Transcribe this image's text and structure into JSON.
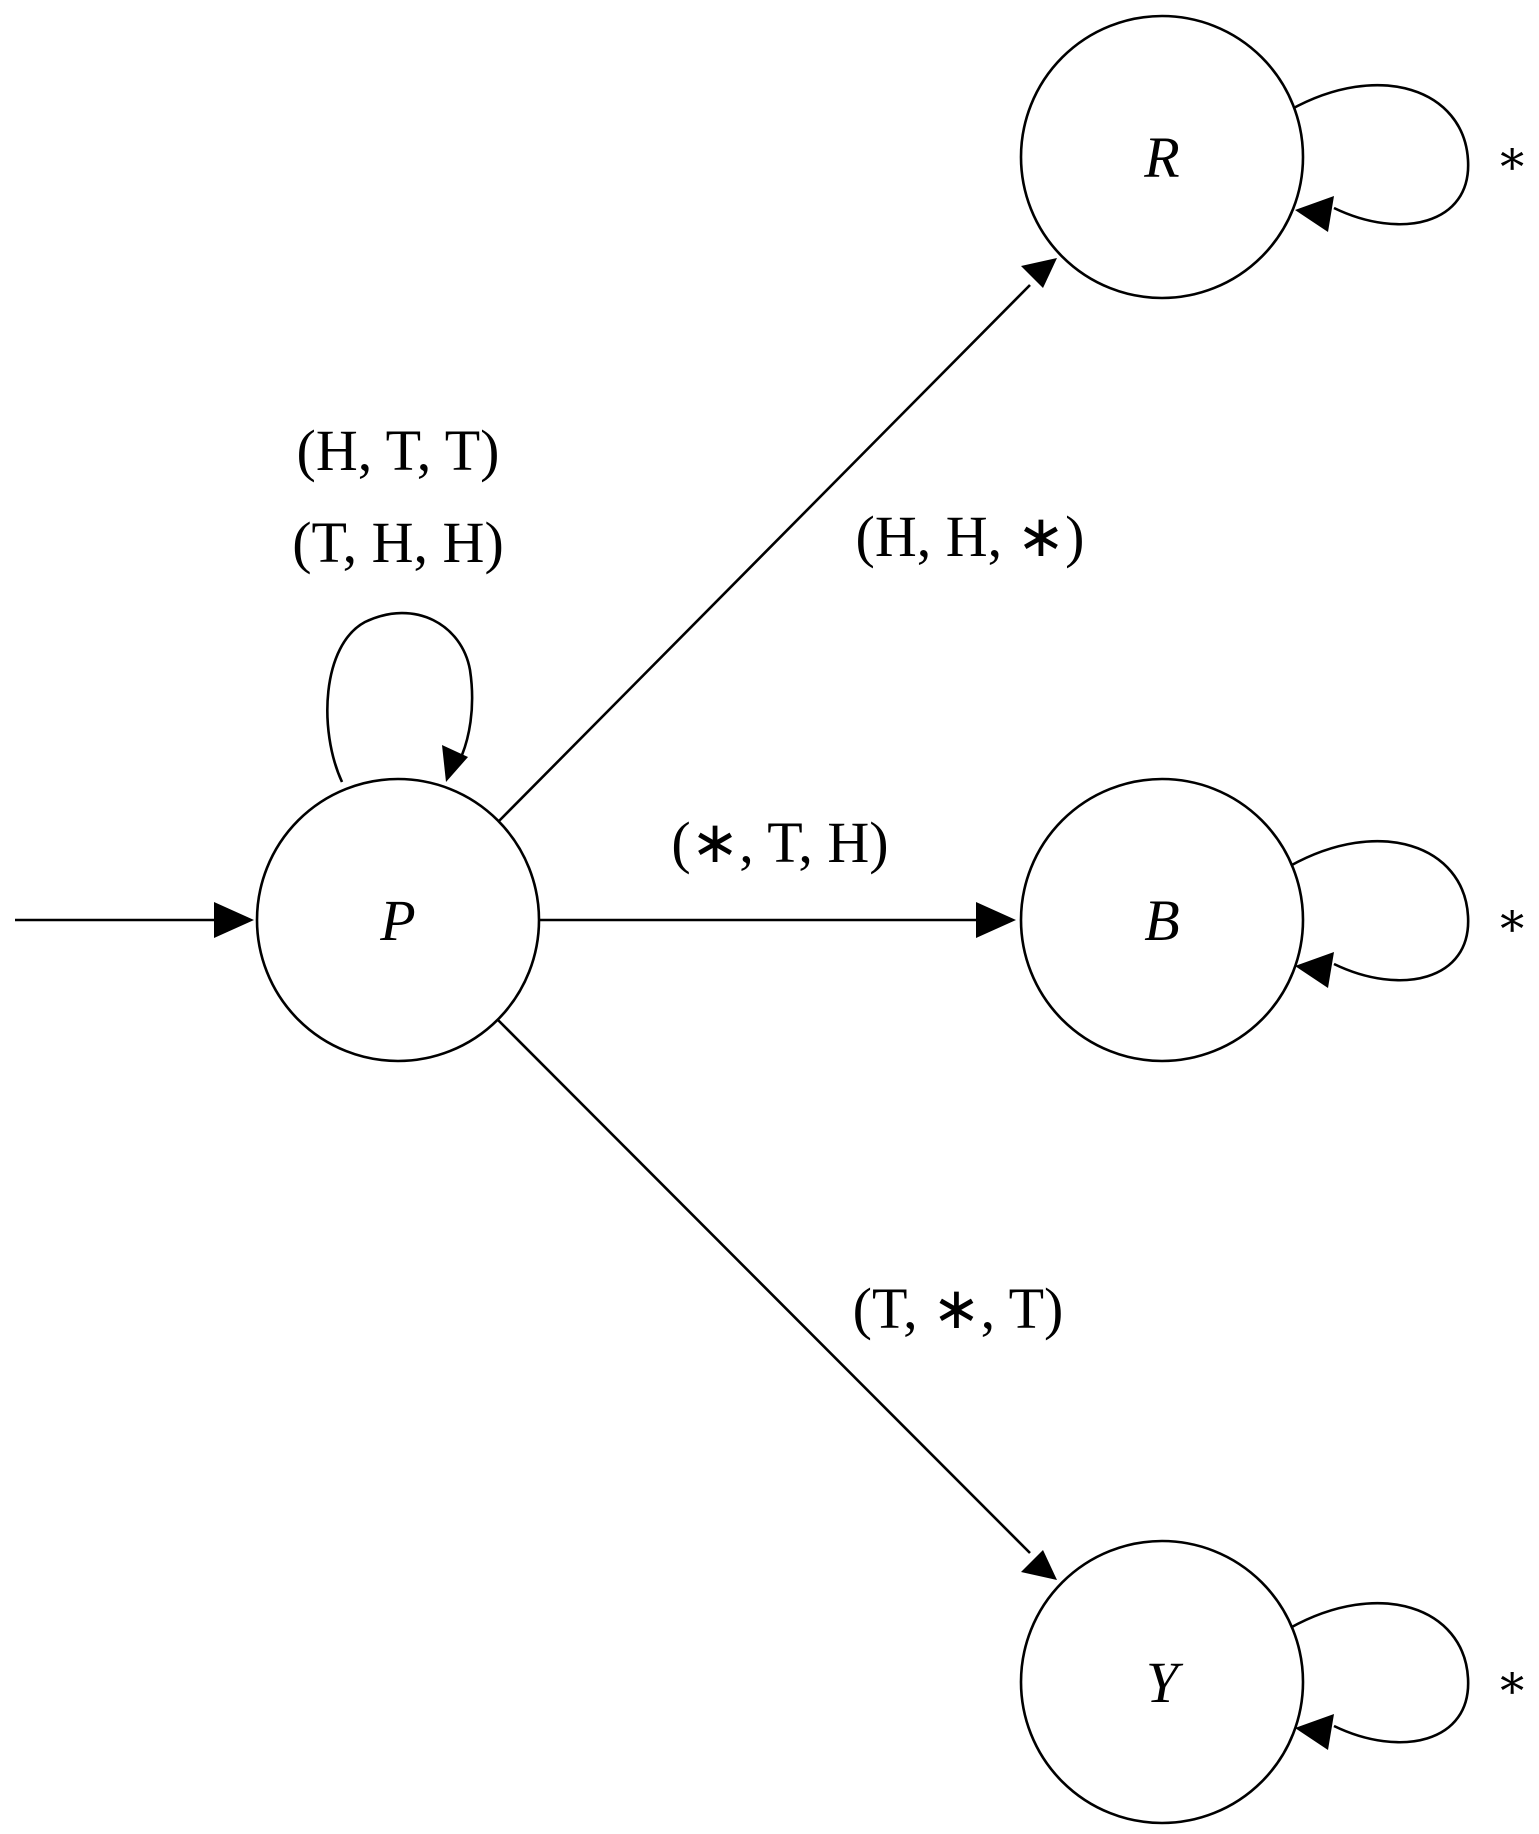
{
  "diagram": {
    "states": {
      "P": {
        "label": "P"
      },
      "R": {
        "label": "R"
      },
      "B": {
        "label": "B"
      },
      "Y": {
        "label": "Y"
      }
    },
    "transitions": {
      "P_self_line1": "(H, T, T)",
      "P_self_line2": "(T, H, H)",
      "P_to_R": "(H, H, ∗)",
      "P_to_B": "(∗, T, H)",
      "P_to_Y": "(T, ∗, T)",
      "R_self": "∗",
      "B_self": "∗",
      "Y_self": "∗"
    }
  }
}
